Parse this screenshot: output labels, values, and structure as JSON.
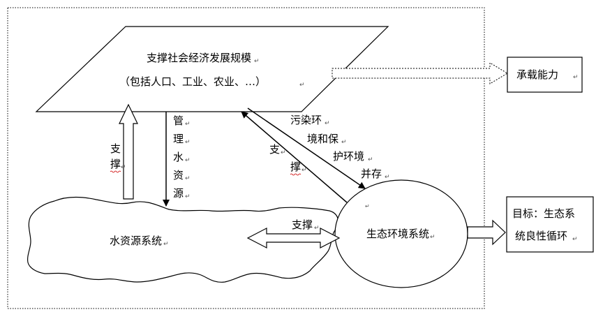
{
  "diagram": {
    "scale_box": {
      "title": "支撑社会经济发展规模",
      "subtitle": "（包括人口、工业、农业、…）"
    },
    "capacity_box": {
      "label": "承载能力"
    },
    "goal_box": {
      "line1": "目标：生态系",
      "line2": "统良性循环"
    },
    "water_system": {
      "label": "水资源系统"
    },
    "eco_system": {
      "label": "生态环境系统"
    },
    "arrows": {
      "support_left": [
        "支",
        "撑"
      ],
      "manage_water": [
        "管",
        "理",
        "水",
        "资",
        "源"
      ],
      "support_eco": [
        "支",
        "撑"
      ],
      "coexist": [
        "污染环",
        "境和保",
        "护环境",
        "并存"
      ],
      "support_horizontal": "支撑"
    },
    "paragraph_mark": "↵",
    "colors": {
      "stroke": "#000000",
      "background": "#ffffff",
      "squiggle": "#cc0000"
    }
  }
}
